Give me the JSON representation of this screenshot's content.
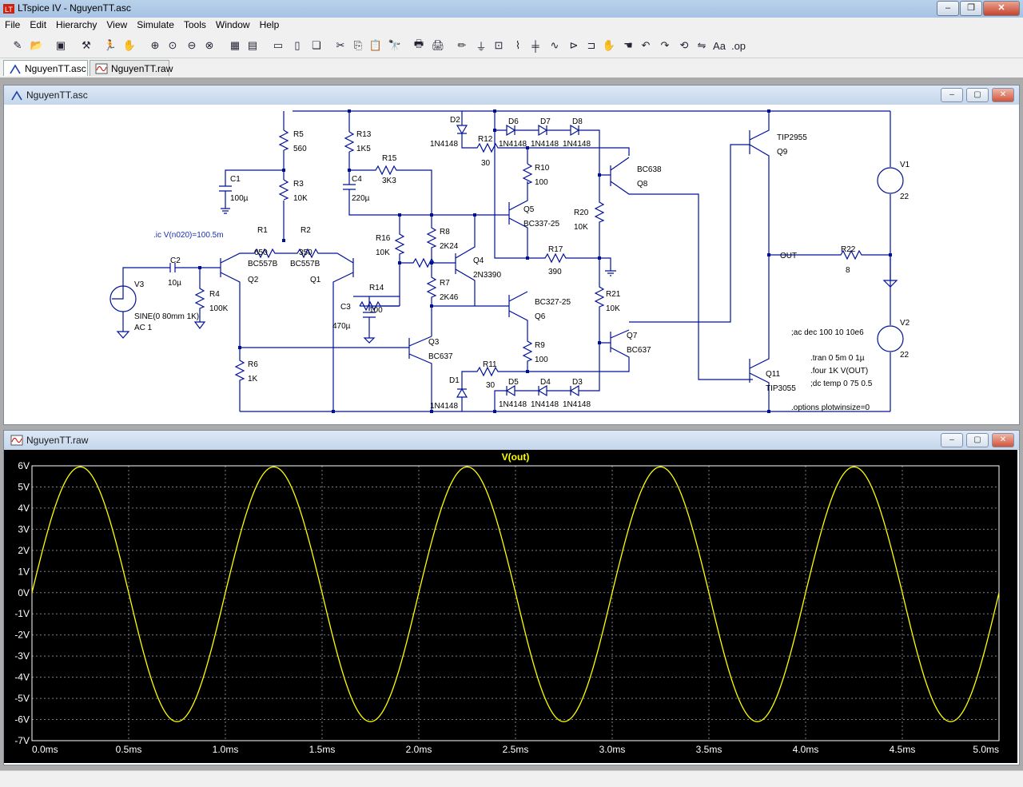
{
  "window": {
    "title": "LTspice IV - NguyenTT.asc"
  },
  "menu": [
    "File",
    "Edit",
    "Hierarchy",
    "View",
    "Simulate",
    "Tools",
    "Window",
    "Help"
  ],
  "tabs": [
    {
      "label": "NguyenTT.asc",
      "icon": "schematic-icon",
      "active": true
    },
    {
      "label": "NguyenTT.raw",
      "icon": "waveform-icon",
      "active": false
    }
  ],
  "schematic_window": {
    "title": "NguyenTT.asc"
  },
  "plot_window": {
    "title": "NguyenTT.raw"
  },
  "schematic": {
    "labels": [
      {
        "id": "R5",
        "t": "R5"
      },
      {
        "id": "v560",
        "t": "560"
      },
      {
        "id": "R3",
        "t": "R3"
      },
      {
        "id": "vR3",
        "t": "10K"
      },
      {
        "id": "C1",
        "t": "C1"
      },
      {
        "id": "vC1",
        "t": "100µ"
      },
      {
        "id": "R13",
        "t": "R13"
      },
      {
        "id": "vR13",
        "t": "1K5"
      },
      {
        "id": "R15",
        "t": "R15"
      },
      {
        "id": "vR15",
        "t": "3K3"
      },
      {
        "id": "C4",
        "t": "C4"
      },
      {
        "id": "vC4",
        "t": "220µ"
      },
      {
        "id": "D2",
        "t": "D2"
      },
      {
        "id": "vD2",
        "t": "1N4148"
      },
      {
        "id": "R12",
        "t": "R12"
      },
      {
        "id": "vR12",
        "t": "30"
      },
      {
        "id": "D6",
        "t": "D6"
      },
      {
        "id": "D7",
        "t": "D7"
      },
      {
        "id": "D8",
        "t": "D8"
      },
      {
        "id": "vD6",
        "t": "1N4148"
      },
      {
        "id": "vD7",
        "t": "1N4148"
      },
      {
        "id": "vD8",
        "t": "1N4148"
      },
      {
        "id": "R10",
        "t": "R10"
      },
      {
        "id": "vR10",
        "t": "100"
      },
      {
        "id": "Q5",
        "t": "Q5"
      },
      {
        "id": "vQ5",
        "t": "BC337-25"
      },
      {
        "id": "Q8m",
        "t": "BC638"
      },
      {
        "id": "Q8",
        "t": "Q8"
      },
      {
        "id": "R20",
        "t": "R20"
      },
      {
        "id": "vR20",
        "t": "10K"
      },
      {
        "id": "TIP2955",
        "t": "TIP2955"
      },
      {
        "id": "Q9",
        "t": "Q9"
      },
      {
        "id": "V1",
        "t": "V1"
      },
      {
        "id": "vV1",
        "t": "22"
      },
      {
        "id": "ic",
        "t": ".ic V(n020)=100.5m"
      },
      {
        "id": "R1",
        "t": "R1"
      },
      {
        "id": "vR1",
        "t": "650"
      },
      {
        "id": "R2",
        "t": "R2"
      },
      {
        "id": "vR2",
        "t": "350"
      },
      {
        "id": "Q2m",
        "t": "BC557B"
      },
      {
        "id": "Q1m",
        "t": "BC557B"
      },
      {
        "id": "Q2",
        "t": "Q2"
      },
      {
        "id": "Q1",
        "t": "Q1"
      },
      {
        "id": "C2",
        "t": "C2"
      },
      {
        "id": "vC2",
        "t": "10µ"
      },
      {
        "id": "V3",
        "t": "V3"
      },
      {
        "id": "R4",
        "t": "R4"
      },
      {
        "id": "vR4",
        "t": "100K"
      },
      {
        "id": "sine",
        "t": "SINE(0 80mm 1K)"
      },
      {
        "id": "ac1",
        "t": "AC 1"
      },
      {
        "id": "R16",
        "t": "R16"
      },
      {
        "id": "vR16",
        "t": "10K"
      },
      {
        "id": "R8",
        "t": "R8"
      },
      {
        "id": "vR8",
        "t": "2K24"
      },
      {
        "id": "Q4",
        "t": "Q4"
      },
      {
        "id": "vQ4",
        "t": "2N3390"
      },
      {
        "id": "R17",
        "t": "R17"
      },
      {
        "id": "vR17",
        "t": "390"
      },
      {
        "id": "OUT",
        "t": "OUT"
      },
      {
        "id": "R22",
        "t": "R22"
      },
      {
        "id": "vR22",
        "t": "8"
      },
      {
        "id": "R14",
        "t": "R14"
      },
      {
        "id": "vR14",
        "t": "100"
      },
      {
        "id": "R7",
        "t": "R7"
      },
      {
        "id": "vR7",
        "t": "2K46"
      },
      {
        "id": "C3",
        "t": "C3"
      },
      {
        "id": "vC3",
        "t": "470µ"
      },
      {
        "id": "Q6m",
        "t": "BC327-25"
      },
      {
        "id": "Q6",
        "t": "Q6"
      },
      {
        "id": "R21",
        "t": "R21"
      },
      {
        "id": "vR21",
        "t": "10K"
      },
      {
        "id": "V2",
        "t": "V2"
      },
      {
        "id": "vV2",
        "t": "22"
      },
      {
        "id": "acdir",
        "t": ";ac dec 100 10 10e6"
      },
      {
        "id": "Q7",
        "t": "Q7"
      },
      {
        "id": "Q7m",
        "t": "BC637"
      },
      {
        "id": "R6",
        "t": "R6"
      },
      {
        "id": "vR6",
        "t": "1K"
      },
      {
        "id": "Q3",
        "t": "Q3"
      },
      {
        "id": "Q3m",
        "t": "BC637"
      },
      {
        "id": "R9",
        "t": "R9"
      },
      {
        "id": "vR9",
        "t": "100"
      },
      {
        "id": "tran",
        "t": ".tran 0 5m 0 1µ"
      },
      {
        "id": "four",
        "t": ".four 1K V(OUT)"
      },
      {
        "id": "dct",
        "t": ";dc temp 0 75 0.5"
      },
      {
        "id": "Q11",
        "t": "Q11"
      },
      {
        "id": "TIP3055",
        "t": "TIP3055"
      },
      {
        "id": "D1",
        "t": "D1"
      },
      {
        "id": "vD1",
        "t": "1N4148"
      },
      {
        "id": "R11",
        "t": "R11"
      },
      {
        "id": "vR11",
        "t": "30"
      },
      {
        "id": "D5",
        "t": "D5"
      },
      {
        "id": "D4",
        "t": "D4"
      },
      {
        "id": "D3",
        "t": "D3"
      },
      {
        "id": "vD5",
        "t": "1N4148"
      },
      {
        "id": "vD4",
        "t": "1N4148"
      },
      {
        "id": "vD3",
        "t": "1N4148"
      },
      {
        "id": "opts",
        "t": ".options plotwinsize=0"
      }
    ]
  },
  "chart_data": {
    "type": "line",
    "title": "V(out)",
    "xlabel": "",
    "ylabel": "",
    "xlim": [
      0,
      5.0
    ],
    "ylim": [
      -7,
      6
    ],
    "x_ticks": [
      "0.0ms",
      "0.5ms",
      "1.0ms",
      "1.5ms",
      "2.0ms",
      "2.5ms",
      "3.0ms",
      "3.5ms",
      "4.0ms",
      "4.5ms",
      "5.0ms"
    ],
    "y_ticks": [
      "6V",
      "5V",
      "4V",
      "3V",
      "2V",
      "1V",
      "0V",
      "-1V",
      "-2V",
      "-3V",
      "-4V",
      "-5V",
      "-6V",
      "-7V"
    ],
    "grid": true,
    "series": [
      {
        "name": "V(out)",
        "color": "#ffff00",
        "x": [
          0,
          0.25,
          0.5,
          0.75,
          1.0,
          1.25,
          1.5,
          1.75,
          2.0,
          2.25,
          2.5,
          2.75,
          3.0,
          3.25,
          3.5,
          3.75,
          4.0,
          4.25,
          4.5,
          4.75,
          5.0
        ],
        "y": [
          0,
          5.95,
          0,
          -6.1,
          0,
          5.95,
          0,
          -6.1,
          0,
          5.95,
          0,
          -6.1,
          0,
          5.95,
          0,
          -6.1,
          0,
          5.95,
          0,
          -6.1,
          0
        ]
      }
    ],
    "frequency_khz": 1,
    "amplitude_pos": 5.95,
    "amplitude_neg": -6.1
  }
}
